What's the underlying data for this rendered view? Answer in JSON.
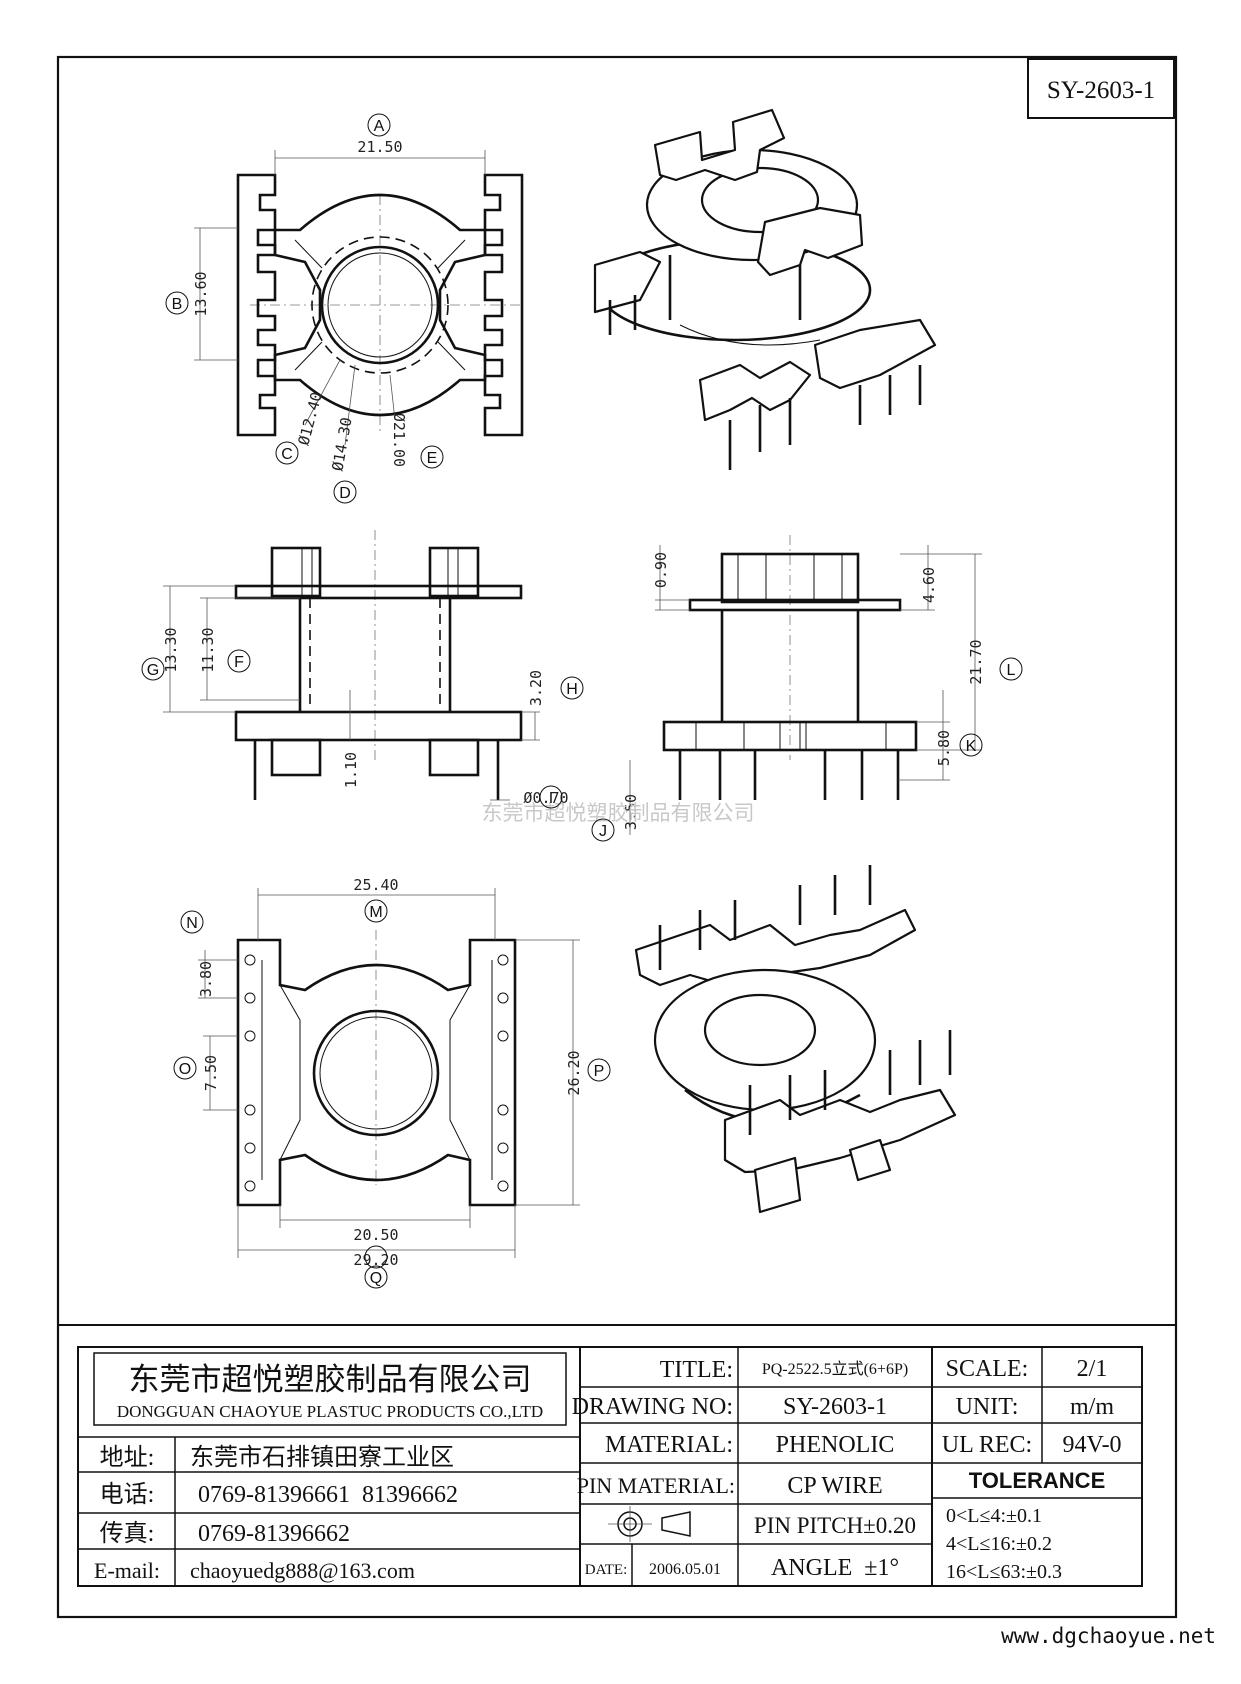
{
  "drawing_number_box": "SY-2603-1",
  "dimensions": {
    "A": "21.50",
    "B": "13.60",
    "C": "Ø12.40",
    "D": "Ø14.30",
    "E": "Ø21.00",
    "F": "11.30",
    "G": "13.30",
    "H": "3.20",
    "I": "Ø0.70",
    "J": "3.50",
    "side_small": "1.10",
    "top_gap": "0.90",
    "K": "5.80",
    "L": "21.70",
    "flange": "4.60",
    "M": "25.40",
    "N": "3.80",
    "O": "7.50",
    "P": "26.20",
    "Q": "29.20",
    "inner_width": "20.50"
  },
  "callouts": [
    "A",
    "B",
    "C",
    "D",
    "E",
    "F",
    "G",
    "H",
    "I",
    "J",
    "K",
    "L",
    "M",
    "N",
    "O",
    "P",
    "Q"
  ],
  "watermark": "东莞市超悦塑胶制品有限公司",
  "footer_site": "www.dgchaoyue.net",
  "title_block": {
    "company_cn": "东莞市超悦塑胶制品有限公司",
    "company_en": "DONGGUAN CHAOYUE PLASTUC PRODUCTS CO.,LTD",
    "address_label": "地址:",
    "address": "东莞市石排镇田寮工业区",
    "phone_label": "电话:",
    "phone": "0769-81396661  81396662",
    "fax_label": "传真:",
    "fax": "0769-81396662",
    "email_label": "E-mail:",
    "email": "chaoyuedg888@163.com",
    "title_label": "TITLE:",
    "title": "PQ-2522.5立式(6+6P)",
    "drawing_no_label": "DRAWING NO:",
    "drawing_no": "SY-2603-1",
    "material_label": "MATERIAL:",
    "material": "PHENOLIC",
    "pin_material_label": "PIN MATERIAL:",
    "pin_material": "CP WIRE",
    "pin_pitch": "PIN PITCH±0.20",
    "date_label": "DATE:",
    "date": "2006.05.01",
    "angle": "ANGLE  ±1°",
    "scale_label": "SCALE:",
    "scale": "2/1",
    "unit_label": "UNIT:",
    "unit": "m/m",
    "ul_label": "UL REC:",
    "ul": "94V-0",
    "tolerance_label": "TOLERANCE",
    "tolerances": [
      "0<L≤4:±0.1",
      "4<L≤16:±0.2",
      "16<L≤63:±0.3"
    ]
  }
}
